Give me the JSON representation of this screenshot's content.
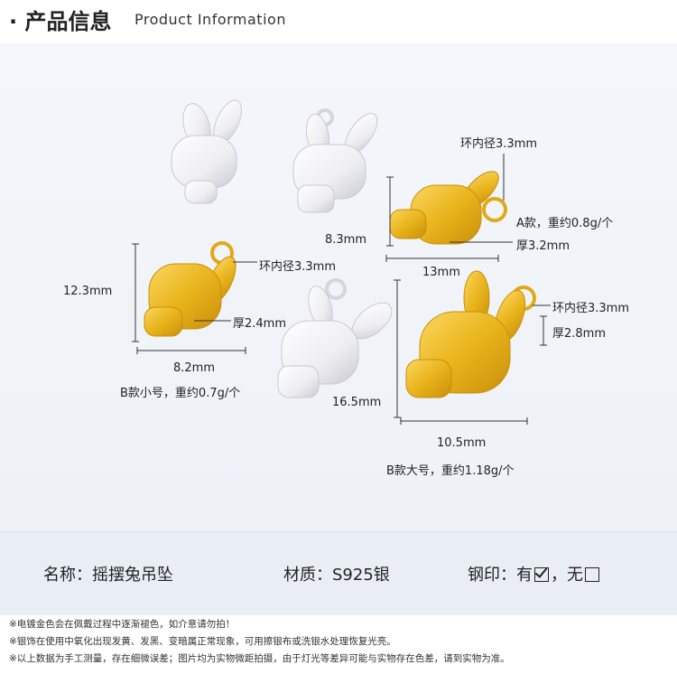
{
  "header": {
    "bullet": "·",
    "title": "产品信息",
    "subtitle": "Product Information"
  },
  "annotations": {
    "ring_a": "环内径3.3mm",
    "height_a": "8.3mm",
    "style_a": "A款，重约0.8g/个",
    "thick_a": "厚3.2mm",
    "width_a": "13mm",
    "ring_b_small": "环内径3.3mm",
    "height_b_small": "12.3mm",
    "thick_b_small": "厚2.4mm",
    "width_b_small": "8.2mm",
    "style_b_small": "B款小号，重约0.7g/个",
    "ring_b_large": "环内径3.3mm",
    "thick_b_large": "厚2.8mm",
    "height_b_large": "16.5mm",
    "width_b_large": "10.5mm",
    "style_b_large": "B款大号，重约1.18g/个"
  },
  "specs": {
    "name": "名称：摇摆兔吊坠",
    "material": "材质：S925银",
    "stamp_label": "钢印：有",
    "stamp_sep": "，无"
  },
  "notes": [
    "※电镀金色会在佩戴过程中逐渐褪色，如介意请勿拍！",
    "※银饰在使用中氧化出现发黄、发黑、变暗属正常现象，可用擦银布或洗银水处理恢复光亮。",
    "※以上数据为手工测量，存在细微误差；图片均为实物微距拍摄，由于灯光等差异可能与实物存在色差，请到实物为准。"
  ],
  "colors": {
    "gold": "#e9b41c",
    "gold_dark": "#c98f0a",
    "silver": "#f2f2f4",
    "silver_dark": "#c9c9d0"
  }
}
